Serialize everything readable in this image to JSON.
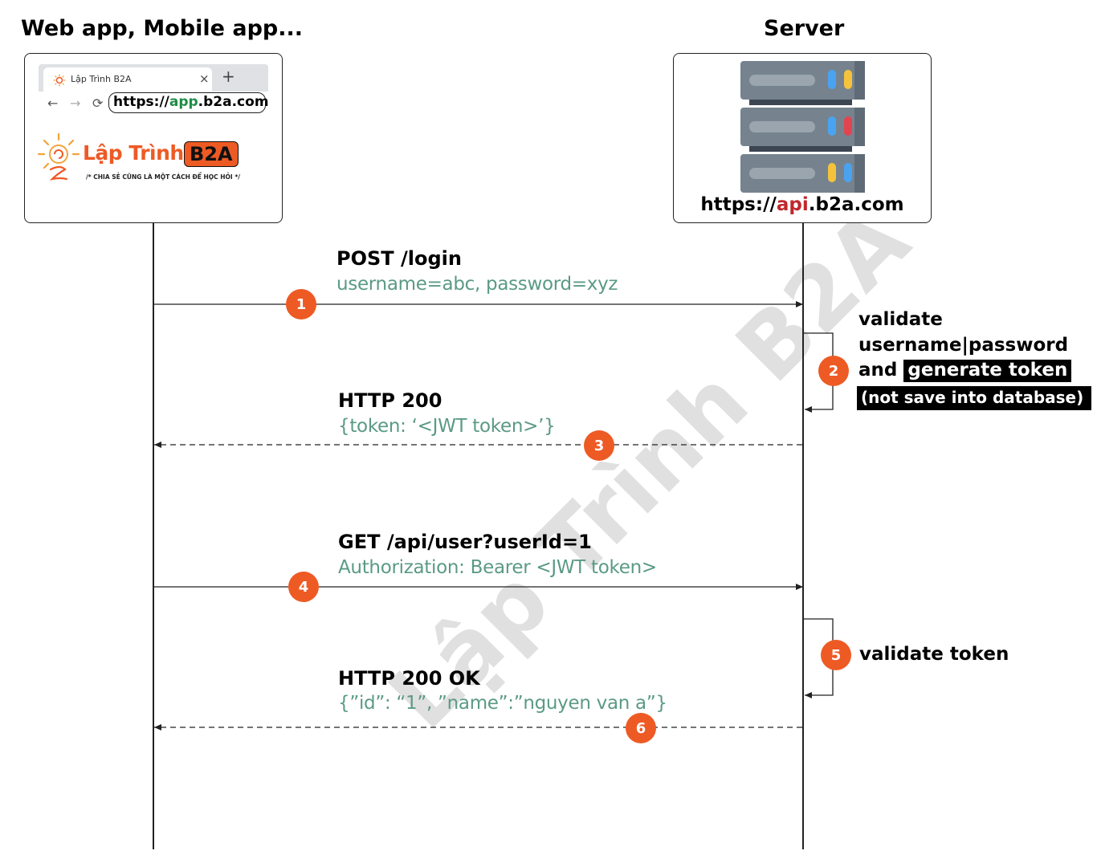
{
  "actors": {
    "client_title": "Web app, Mobile app...",
    "server_title": "Server"
  },
  "browser": {
    "tab_title": "Lập Trình B2A",
    "close_glyph": "×",
    "new_tab_glyph": "+",
    "back_glyph": "←",
    "forward_glyph": "→",
    "reload_glyph": "⟳",
    "url": {
      "prefix": "https://",
      "highlight": "app",
      "suffix": ".b2a.com",
      "highlight_color": "#1e8c45"
    },
    "logo": {
      "name": "Lập Trình",
      "badge": "B2A",
      "slogan": "/* CHIA SẺ CŨNG LÀ MỘT CÁCH ĐỂ HỌC HỎI */"
    }
  },
  "server": {
    "url": {
      "prefix": "https://",
      "highlight": "api",
      "suffix": ".b2a.com",
      "highlight_color": "#c0282d"
    },
    "icon": "server-rack-icon"
  },
  "messages": [
    {
      "step": "1",
      "title": "POST /login",
      "detail": "username=abc, password=xyz",
      "direction": "client-to-server",
      "style": "solid"
    },
    {
      "step": "3",
      "title": "HTTP 200",
      "detail": "{token: ‘<JWT token>’}",
      "direction": "server-to-client",
      "style": "dashed"
    },
    {
      "step": "4",
      "title": "GET /api/user?userId=1",
      "detail": "Authorization: Bearer <JWT token>",
      "direction": "client-to-server",
      "style": "solid"
    },
    {
      "step": "6",
      "title": "HTTP 200 OK",
      "detail": "{”id”: “1”, ”name”:”nguyen van a”}",
      "direction": "server-to-client",
      "style": "dashed"
    }
  ],
  "self_steps": [
    {
      "step": "2",
      "line1": "validate",
      "line2": "username|password",
      "line3_plain": "and",
      "line3_highlight": "generate token",
      "line4_highlight": "(not save into database)"
    },
    {
      "step": "5",
      "line1": "validate token"
    }
  ],
  "watermark": "Lập Trình B2A",
  "colors": {
    "accent": "#ee5a24",
    "detail_text": "#5b9a86"
  }
}
